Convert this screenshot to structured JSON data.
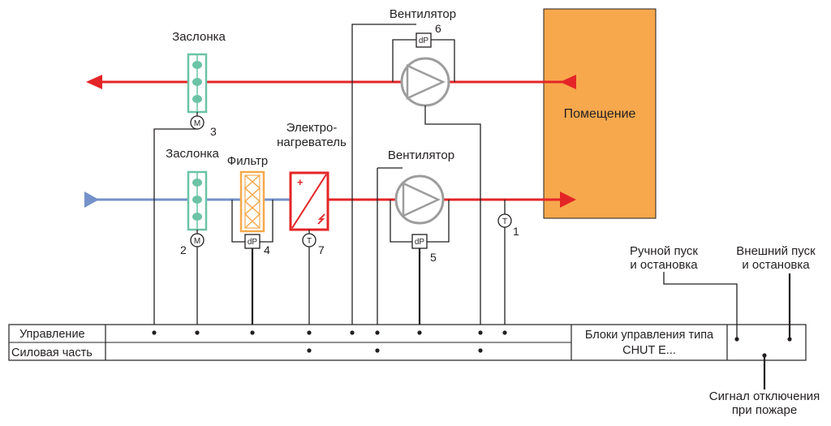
{
  "labels": {
    "fan_top": "Вентилятор",
    "fan_top_num": "6",
    "fan_mid": "Вентилятор",
    "fan_mid_num": "5",
    "damper_top": "Заслонка",
    "damper_top_num": "3",
    "damper_bottom": "Заслонка",
    "damper_bottom_num": "2",
    "filter": "Фильтр",
    "filter_num": "4",
    "heater_line1": "Электро-",
    "heater_line2": "нагреватель",
    "heater_num": "7",
    "temp_sensor_num": "1",
    "room": "Помещение",
    "manual_line1": "Ручной пуск",
    "manual_line2": "и остановка",
    "external_line1": "Внешний пуск",
    "external_line2": "и остановка",
    "fire_line1": "Сигнал отключения",
    "fire_line2": "при пожаре",
    "motor_symbol": "M",
    "temp_symbol": "T",
    "dp_symbol": "dP"
  },
  "table": {
    "row1": "Управление",
    "row2": "Силовая часть",
    "units_line1": "Блоки управления типа",
    "units_line2": "CHUT E..."
  },
  "colors": {
    "exhaust_line": "#e42527",
    "supply_inlet": "#7392c9",
    "supply_line": "#e42527",
    "damper": "#6cc3a6",
    "filter": "#f6a94c",
    "heater": "#e42527",
    "fan": "#9d9d9d",
    "room_fill": "#f7a84d",
    "room_border": "#231f20"
  }
}
